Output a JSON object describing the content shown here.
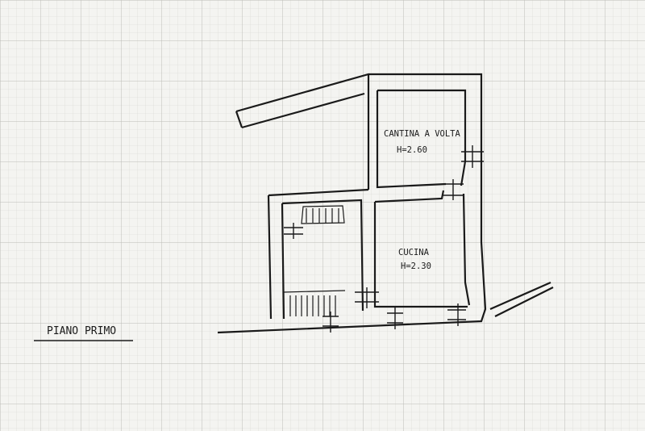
{
  "drawing": {
    "floor_label": "PIANO PRIMO",
    "rooms": [
      {
        "name": "CANTINA A VOLTA",
        "height": "H=2.60"
      },
      {
        "name": "CUCINA",
        "height": "H=2.30"
      }
    ]
  },
  "colors": {
    "paper": "#f4f4f1",
    "grid_minor": "#d4d4cf",
    "grid_major": "#b9b9b3",
    "ink": "#1a1a1a"
  }
}
